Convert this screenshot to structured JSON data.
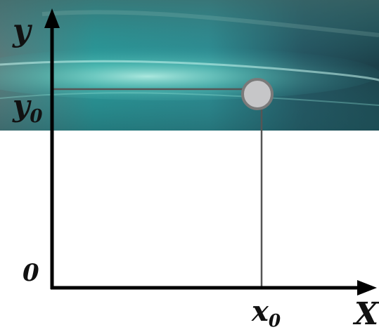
{
  "diagram": {
    "labels": {
      "y_axis": "y",
      "y0_var": "y",
      "y0_sub": "0",
      "origin": "0",
      "x0_var": "x",
      "x0_sub": "0",
      "x_axis": "X"
    },
    "colors": {
      "axis": "#000000",
      "guide_line": "#555555",
      "point_fill": "#c6c6c8",
      "point_stroke": "#7a7a7a",
      "banner_dark": "#1f4a52",
      "banner_mid": "#2f8c8f",
      "banner_light": "#7fd8cf"
    },
    "point": {
      "x_label": "x0",
      "y_label": "y0"
    }
  }
}
